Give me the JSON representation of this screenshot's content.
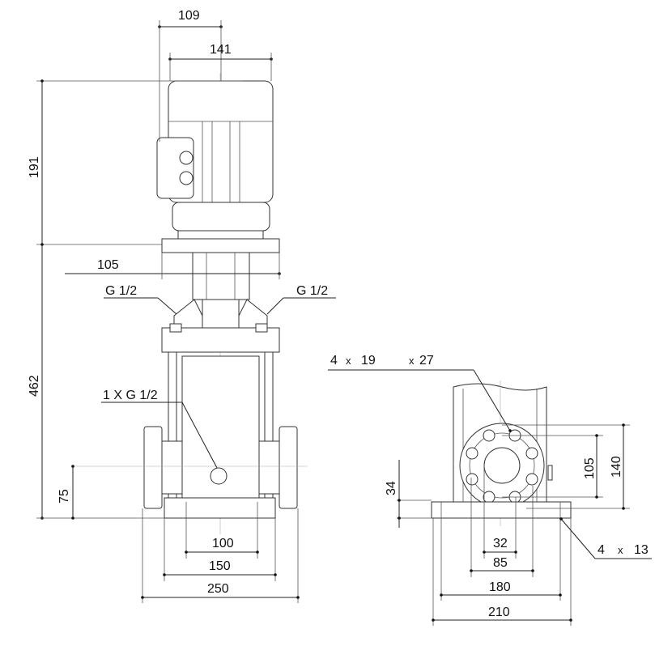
{
  "drawing": {
    "front_view": {
      "dim_top_109": "109",
      "dim_top_141": "141",
      "dim_height_191": "191",
      "dim_height_462": "462",
      "dim_height_75": "75",
      "dim_105": "105",
      "port_left": "G 1/2",
      "port_right": "G 1/2",
      "drain_port": "1 X G 1/2",
      "dim_100": "100",
      "dim_150": "150",
      "dim_250": "250"
    },
    "side_view": {
      "bolt_count": "4",
      "bolt_times": "x",
      "bolt_hole": "19",
      "bolt_times2": "x",
      "bolt_hole2": "27",
      "dim_105": "105",
      "dim_140": "140",
      "dim_34": "34",
      "dim_32": "32",
      "dim_85": "85",
      "dim_180": "180",
      "dim_210": "210",
      "foot_count": "4",
      "foot_times": "x",
      "foot_hole": "13"
    }
  }
}
